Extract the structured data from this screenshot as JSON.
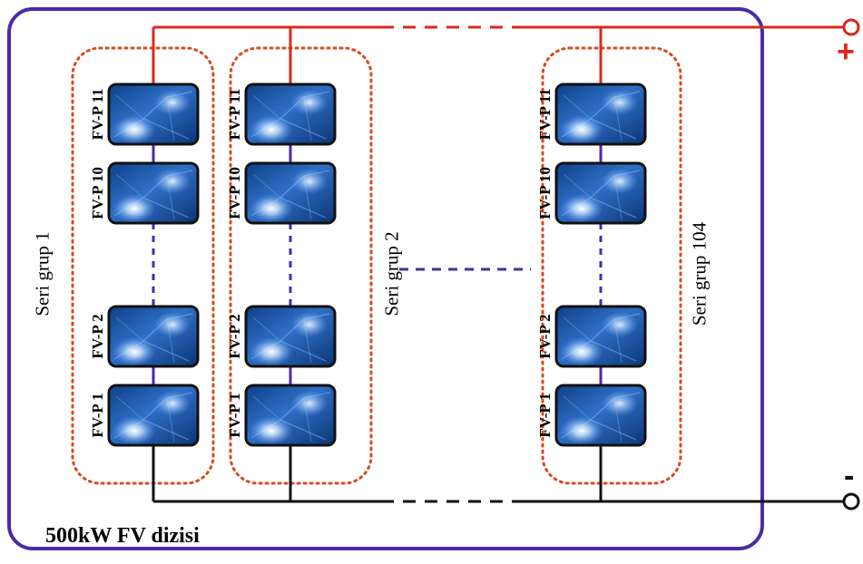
{
  "array_label": "500kW FV dizisi",
  "terminals": {
    "plus": "+",
    "minus": "-"
  },
  "colors": {
    "frame": "#4b2aa8",
    "positive_wire": "#d8291c",
    "negative_wire": "#111111",
    "series_link": "#4b2aa8",
    "group_border": "#d94a1e"
  },
  "groups": [
    {
      "label": "Seri grup 1",
      "panels": [
        "FV-P 11",
        "FV-P 10",
        "FV-P 2",
        "FV-P 1"
      ]
    },
    {
      "label": "Seri grup 2",
      "panels": [
        "FV-P 11",
        "FV-P 10",
        "FV-P 2",
        "FV-P 1"
      ]
    },
    {
      "label": "Seri grup 104",
      "panels": [
        "FV-P 11",
        "FV-P 10",
        "FV-P 2",
        "FV-P 1"
      ]
    }
  ],
  "panel_icon": "solar-panel-icon"
}
